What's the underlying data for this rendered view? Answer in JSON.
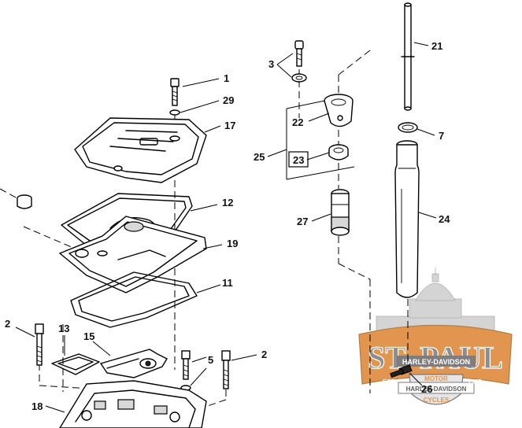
{
  "callouts": {
    "c1": "1",
    "c29": "29",
    "c17": "17",
    "c12": "12",
    "c19": "19",
    "c11": "11",
    "c2a": "2",
    "c2b": "2",
    "c13": "13",
    "c15": "15",
    "c5": "5",
    "c18": "18",
    "c3": "3",
    "c22": "22",
    "c25": "25",
    "c23": "23",
    "c27": "27",
    "c21": "21",
    "c7": "7",
    "c24": "24",
    "c26": "26"
  },
  "watermark": {
    "line1": "ST. PAUL",
    "line2": "HARLEY-DAVIDSON",
    "line3": "MOTOR",
    "line4": "HARLEY-DAVIDSON",
    "line5": "CYCLES",
    "year_left": "EST",
    "year_right": "1945",
    "colors": {
      "orange": "#d9781e",
      "gray": "#8a8a8a",
      "dark": "#4a4a4a"
    }
  }
}
